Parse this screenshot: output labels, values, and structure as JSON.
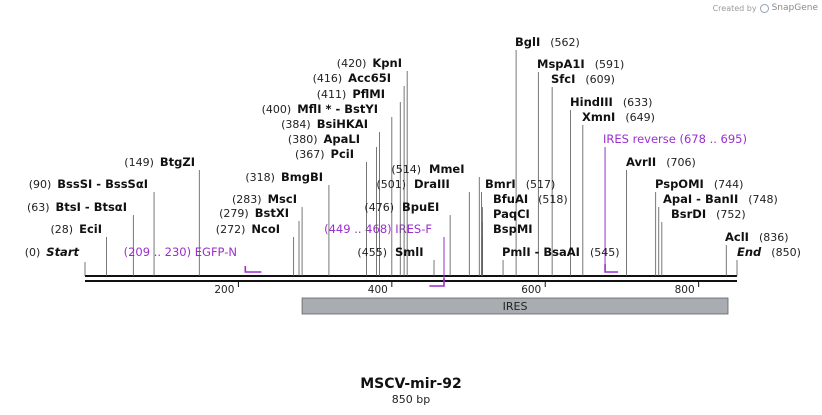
{
  "credit": {
    "prefix": "Created by",
    "brand": "SnapGene"
  },
  "map": {
    "title": "MSCV-mir-92",
    "length_label": "850 bp",
    "length_bp": 850,
    "ticks": [
      {
        "pos": 200,
        "label": "200"
      },
      {
        "pos": 400,
        "label": "400"
      },
      {
        "pos": 600,
        "label": "600"
      },
      {
        "pos": 800,
        "label": "800"
      }
    ],
    "feature": {
      "name": "IRES",
      "start": 283,
      "end": 850,
      "color": "#a9adb2"
    },
    "primers": [
      {
        "name": "EGFP-N",
        "range": "(209 .. 230)",
        "start": 209,
        "end": 230,
        "direction": "forward"
      },
      {
        "name": "IRES-F",
        "range": "(449 .. 468)",
        "start": 449,
        "end": 468,
        "direction": "forward"
      },
      {
        "name": "IRES reverse",
        "range": "(678 .. 695)",
        "start": 678,
        "end": 695,
        "direction": "reverse"
      }
    ],
    "sites_left": [
      {
        "pos_label": "(0)",
        "name": "Start",
        "pos": 0,
        "italic": true
      },
      {
        "pos_label": "(28)",
        "name": "EciI",
        "pos": 28
      },
      {
        "pos_label": "(63)",
        "name": "BtsI - BtsαI",
        "pos": 63
      },
      {
        "pos_label": "(90)",
        "name": "BssSI - BssSαI",
        "pos": 90
      },
      {
        "pos_label": "(149)",
        "name": "BtgZI",
        "pos": 149
      },
      {
        "pos_label": "(272)",
        "name": "NcoI",
        "pos": 272
      },
      {
        "pos_label": "(279)",
        "name": "BstXI",
        "pos": 279
      },
      {
        "pos_label": "(283)",
        "name": "MscI",
        "pos": 283
      },
      {
        "pos_label": "(318)",
        "name": "BmgBI",
        "pos": 318
      },
      {
        "pos_label": "(367)",
        "name": "PciI",
        "pos": 367
      },
      {
        "pos_label": "(380)",
        "name": "ApaLI",
        "pos": 380
      },
      {
        "pos_label": "(384)",
        "name": "BsiHKAI",
        "pos": 384
      },
      {
        "pos_label": "(400)",
        "name": "MflI * - BstYI",
        "pos": 400
      },
      {
        "pos_label": "(411)",
        "name": "PflMI",
        "pos": 411
      },
      {
        "pos_label": "(416)",
        "name": "Acc65I",
        "pos": 416
      },
      {
        "pos_label": "(420)",
        "name": "KpnI",
        "pos": 420
      }
    ],
    "sites_center": [
      {
        "pos_label": "(455)",
        "name": "SmlI",
        "pos": 455
      },
      {
        "pos_label": "(476)",
        "name": "BpuEI",
        "pos": 476
      },
      {
        "pos_label": "(501)",
        "name": "DraIII",
        "pos": 501
      },
      {
        "pos_label": "(514)",
        "name": "MmeI",
        "pos": 514
      }
    ],
    "sites_right": [
      {
        "name": "BglI",
        "pos_label": "(562)",
        "pos": 562
      },
      {
        "name": "MspA1I",
        "pos_label": "(591)",
        "pos": 591
      },
      {
        "name": "SfcI",
        "pos_label": "(609)",
        "pos": 609
      },
      {
        "name": "HindIII",
        "pos_label": "(633)",
        "pos": 633
      },
      {
        "name": "XmnI",
        "pos_label": "(649)",
        "pos": 649
      },
      {
        "name": "BmrI",
        "pos_label": "(517)",
        "pos": 517
      },
      {
        "name": "BfuAI",
        "pos_label": "(518)",
        "pos": 518
      },
      {
        "name": "PaqCI",
        "pos_label": "",
        "pos": 518
      },
      {
        "name": "BspMI",
        "pos_label": "",
        "pos": 518
      },
      {
        "name": "PmlI - BsaAI",
        "pos_label": "(545)",
        "pos": 545
      },
      {
        "name": "AvrII",
        "pos_label": "(706)",
        "pos": 706
      },
      {
        "name": "PspOMI",
        "pos_label": "(744)",
        "pos": 744
      },
      {
        "name": "ApaI - BanII",
        "pos_label": "(748)",
        "pos": 748
      },
      {
        "name": "BsrDI",
        "pos_label": "(752)",
        "pos": 752
      },
      {
        "name": "AclI",
        "pos_label": "(836)",
        "pos": 836
      },
      {
        "name": "End",
        "pos_label": "(850)",
        "pos": 850,
        "italic": true
      }
    ]
  }
}
